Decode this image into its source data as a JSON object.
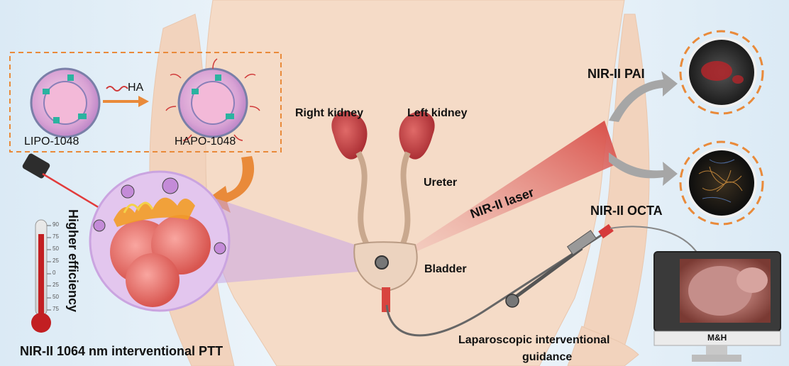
{
  "nanoparticles": {
    "lipo_label": "LIPO-1048",
    "hapo_label": "HAPO-1048",
    "ha_label": "HA"
  },
  "anatomy": {
    "right_kidney": "Right kidney",
    "left_kidney": "Left kidney",
    "ureter": "Ureter",
    "bladder": "Bladder"
  },
  "laser": {
    "label": "NIR-II laser"
  },
  "imaging": {
    "pai_label": "NIR-II PAI",
    "octa_label": "NIR-II OCTA"
  },
  "therapy": {
    "efficiency_label": "Higher efficiency",
    "ptt_label": "NIR-II 1064 nm interventional PTT",
    "thermometer_ticks": [
      "90",
      "75",
      "50",
      "25",
      "0",
      "25",
      "50",
      "75"
    ]
  },
  "guidance": {
    "label_line1": "Laparoscopic interventional",
    "label_line2": "guidance",
    "monitor_brand": "M&H"
  },
  "colors": {
    "body_skin": "#f6dcc8",
    "background": "#eaf4fb",
    "laser_red": "#d62a2a",
    "kidney": "#c8464a",
    "ring_orange": "#e98a3a",
    "arrow_gray": "#9a9a9a"
  }
}
